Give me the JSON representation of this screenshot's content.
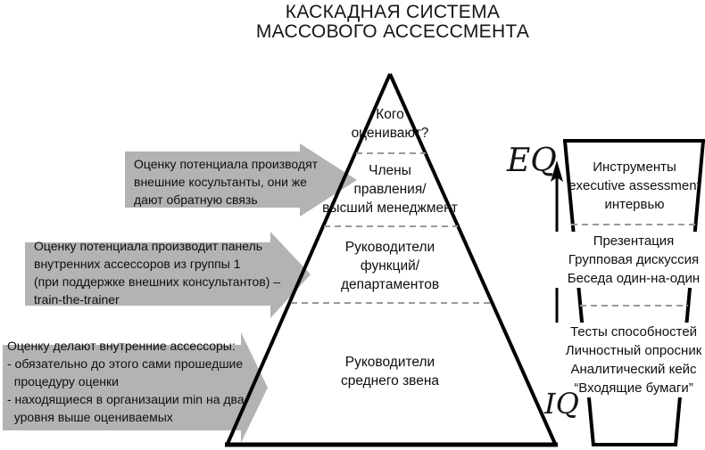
{
  "title": "КАСКАДНАЯ СИСТЕМА\nМАССОВОГО АССЕССМЕНТА",
  "pyramid": {
    "question": "Кого\nоценивают?",
    "levels": [
      {
        "label": "Члены\nправления/\nвысший менеджмент"
      },
      {
        "label": "Руководители\nфункций/\nдепартаментов"
      },
      {
        "label": "Руководители\nсреднего звена"
      }
    ]
  },
  "arrows": [
    {
      "text": "Оценку потенциала производят\nвнешние косультанты, они же\nдают обратную связь"
    },
    {
      "text": "Оценку потенциала производит панель\nвнутренних ассессоров из группы 1\n(при поддержке внешних консультантов) –\ntrain-the-trainer"
    },
    {
      "text": "Оценку делают внутренние ассессоры:\n- обязательно до этого сами прошедшие\n  процедуру оценки\n- находящиеся в организации min на два\n  уровня выше оцениваемых"
    }
  ],
  "funnel": {
    "sections": [
      {
        "text": "Инструменты\nexecutive assessment\nинтервью"
      },
      {
        "text": "Презентация\nГрупповая дискуссия\nБеседа один-на-один"
      },
      {
        "text": "Тесты способностей\nЛичностный опросник\nАналитический кейс\n“Входящие бумаги”"
      }
    ],
    "eq_label": "EQ",
    "iq_label": "IQ"
  },
  "colors": {
    "arrow_fill": "#b3b3b3",
    "outline": "#000000",
    "dashed_line": "#999999"
  }
}
